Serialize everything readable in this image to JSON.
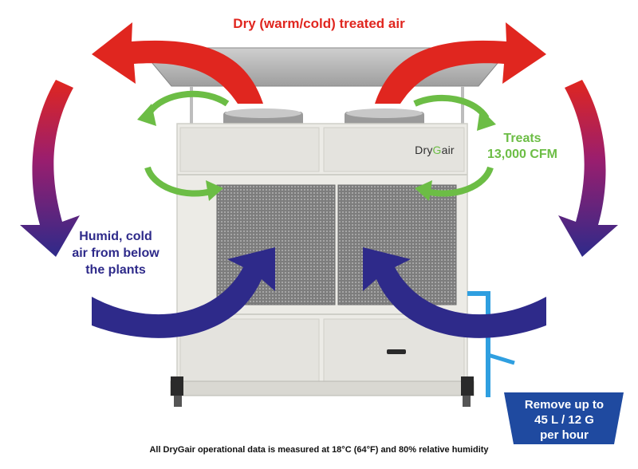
{
  "labels": {
    "top": "Dry (warm/cold) treated air",
    "treats_line1": "Treats",
    "treats_line2": "13,000 CFM",
    "humid_line1": "Humid, cold",
    "humid_line2": "air from below",
    "humid_line3": "the plants",
    "remove_line1": "Remove up to",
    "remove_line2": "45 L / 12 G",
    "remove_line3": "per hour",
    "footnote": "All DryGair operational data is measured at 18°C (64°F) and 80% relative humidity"
  },
  "brand": {
    "part1": "Dry",
    "part2": "G",
    "part3": "air"
  },
  "colors": {
    "hot_arrow": "#e0261f",
    "cold_arrow": "#2e2a8a",
    "green_arrow": "#6cbd45",
    "drain": "#2f9fe0",
    "remove_box": "#1f4aa0",
    "unit_body": "#ecebe6",
    "grille": "#8f8f8f"
  }
}
